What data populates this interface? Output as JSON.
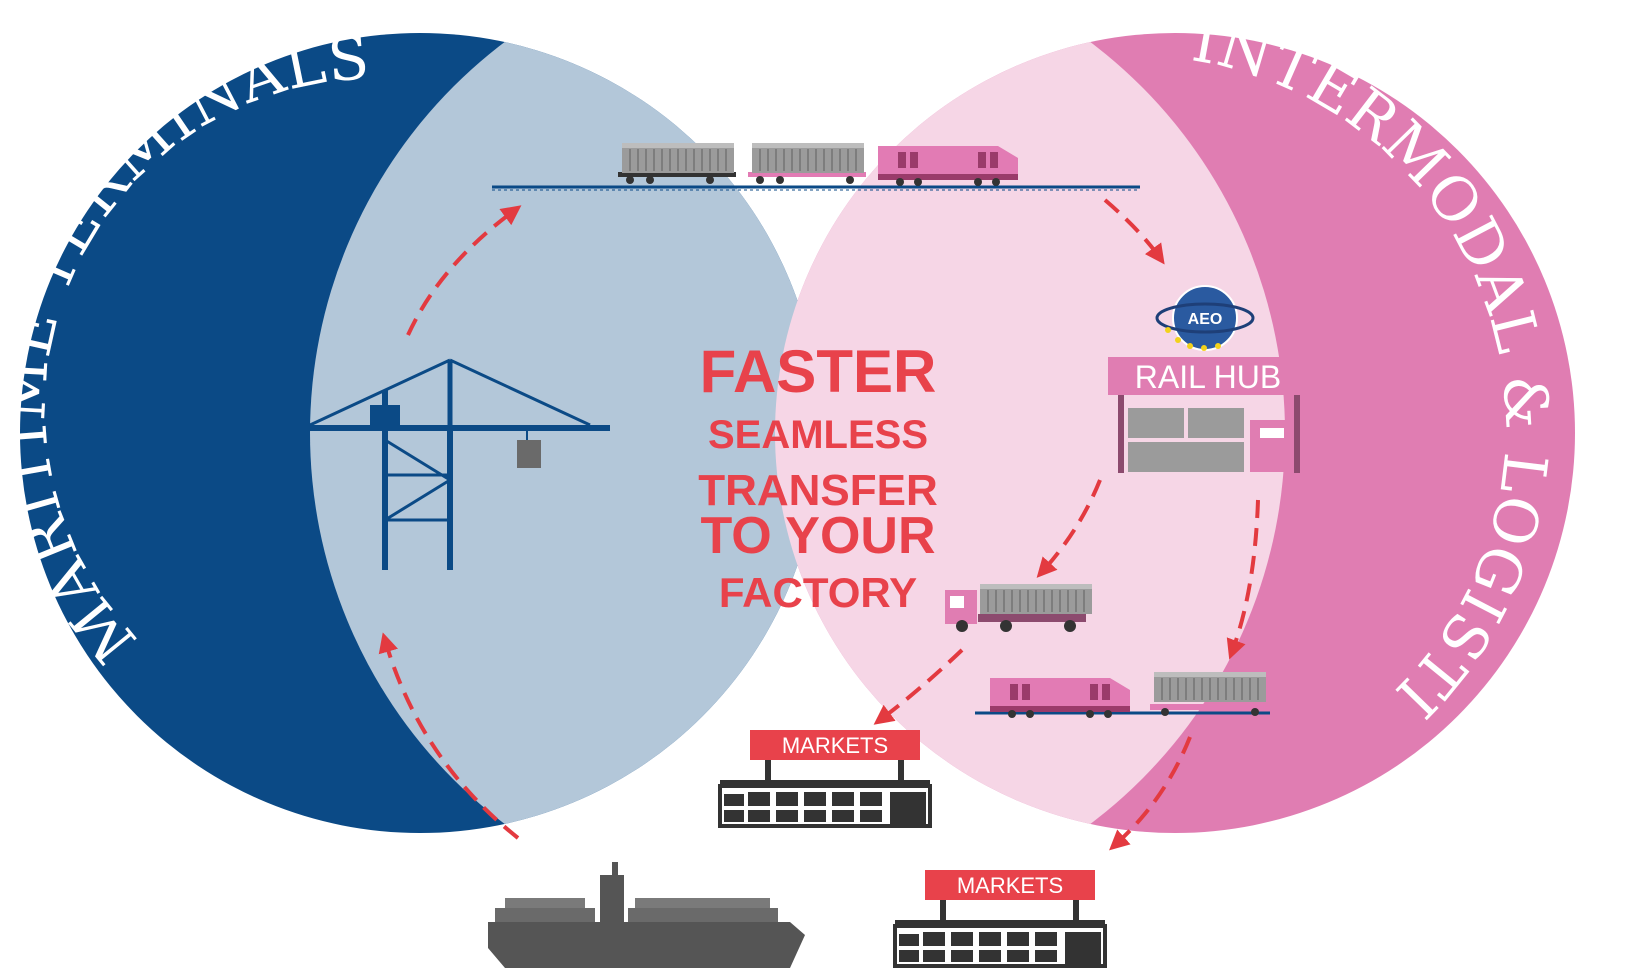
{
  "labels": {
    "left_circle_title": "MARITIME TERMINALS",
    "right_circle_title": "INTERMODAL & LOGISTICS",
    "aeo_badge": "AEO",
    "rail_hub": "RAIL HUB",
    "markets_top": "MARKETS",
    "markets_bottom": "MARKETS"
  },
  "center_message": {
    "line1": "FASTER",
    "line2": "SEAMLESS",
    "line3": "TRANSFER",
    "line4": "TO YOUR",
    "line5": "FACTORY"
  },
  "colors": {
    "maritime_dark": "#0b4a86",
    "maritime_light": "#b3c7d9",
    "intermodal_dark": "#e07db2",
    "intermodal_light": "#f6d6e6",
    "accent_red": "#e8424b",
    "equipment_gray": "#6a6a6a"
  },
  "icons": [
    "container-train-icon",
    "container-crane-icon",
    "aeo-globe-icon",
    "rail-hub-warehouse-icon",
    "container-truck-icon",
    "freight-train-icon",
    "market-building-icon",
    "container-ship-icon"
  ]
}
